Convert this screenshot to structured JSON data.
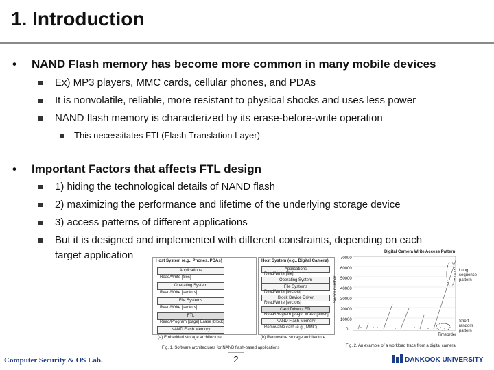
{
  "slide": {
    "title": "1. Introduction",
    "bullets": [
      {
        "text": "NAND Flash memory has become more common in many mobile devices",
        "sub": [
          "Ex) MP3 players, MMC cards, cellular phones, and PDAs",
          "It is nonvolatile, reliable, more resistant to physical shocks and uses less power",
          "NAND flash memory is characterized by its erase-before-write operation"
        ],
        "subsub": [
          "This necessitates FTL(Flash Translation Layer)"
        ]
      },
      {
        "text": "Important Factors that affects FTL design",
        "sub": [
          "1) hiding the technological details of NAND flash",
          "2) maximizing the performance and lifetime of the underlying storage device",
          "3) access patterns of different applications",
          "But it is designed and implemented with different constraints, depending on each",
          "target application"
        ]
      }
    ]
  },
  "figure1": {
    "left_host": "Host System (e.g., Phones, PDAs)",
    "left_layers": [
      "Applications",
      "Read/Write [files]",
      "Operating System",
      "Read/Write [sectors]",
      "File Systems",
      "Read/Write [sectors]",
      "FTL",
      "Read/Program [page] Erase [block]",
      "NAND Flash Memory"
    ],
    "left_caption": "(a) Embedded storage architecture",
    "right_host": "Host System (e.g., Digital Camera)",
    "right_layers": [
      "Applications",
      "Read/Write [file]",
      "Operating System",
      "File Systems",
      "Read/Write [sectors]",
      "Block Device Driver",
      "Read/Write [sectors]",
      "Card Driver / FTL",
      "Read/Program [page] Erase [block]",
      "NAND Flash Memory"
    ],
    "right_bottom": "Removable card (e.g., MMC)",
    "right_caption": "(b) Removable storage architecture",
    "caption": "Fig. 1. Software architectures for NAND flash-based applications"
  },
  "figure2": {
    "title": "Digital Camera Write Access Pattern",
    "ylabel": "Sector number",
    "xlabel": "Timeorder",
    "ann1": "Long sequence pattern",
    "ann2": "Short random pattern",
    "caption": "Fig. 2. An example of a workload trace from a digital camera",
    "yticks": [
      "70000",
      "60000",
      "50000",
      "40000",
      "30000",
      "20000",
      "10000",
      "0"
    ]
  },
  "footer": {
    "left": "Computer Security & OS Lab.",
    "page": "2",
    "right": "DANKOOK UNIVERSITY"
  },
  "colors": {
    "accent": "#1b3d8a"
  }
}
